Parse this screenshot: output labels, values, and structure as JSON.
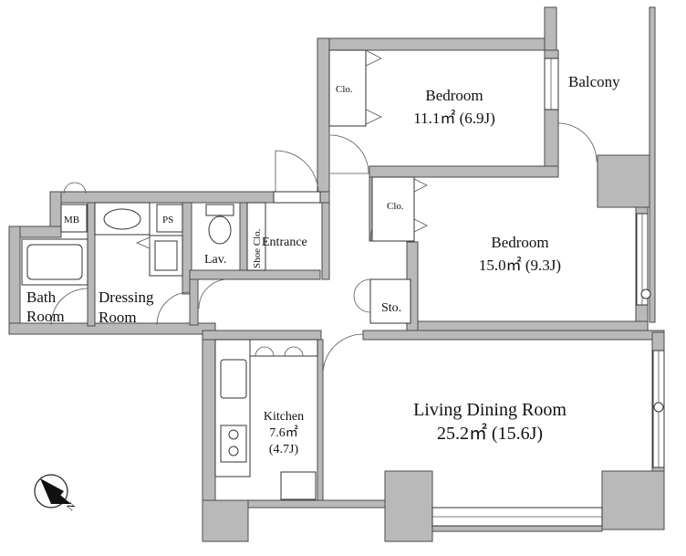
{
  "rooms": {
    "bedroom1": {
      "name": "Bedroom",
      "area": "11.1㎡ (6.9J)"
    },
    "bedroom2": {
      "name": "Bedroom",
      "area": "15.0㎡ (9.3J)"
    },
    "ldk": {
      "name": "Living Dining Room",
      "area": "25.2㎡ (15.6J)"
    },
    "kitchen": {
      "name": "Kitchen",
      "area": "7.6㎡",
      "area_j": "(4.7J)"
    },
    "bath": {
      "line1": "Bath",
      "line2": "Room"
    },
    "dressing": {
      "line1": "Dressing",
      "line2": "Room"
    },
    "entrance": "Entrance",
    "lav": "Lav.",
    "shoe_closet": "Shoe Clo.",
    "storage": "Sto.",
    "closet1": "Clo.",
    "closet2": "Clo.",
    "mb": "MB",
    "ps": "PS",
    "balcony": "Balcony"
  },
  "compass": {
    "north_label": "N"
  },
  "colors": {
    "wall": "#b9b9b9",
    "line": "#333333",
    "background": "#ffffff"
  }
}
